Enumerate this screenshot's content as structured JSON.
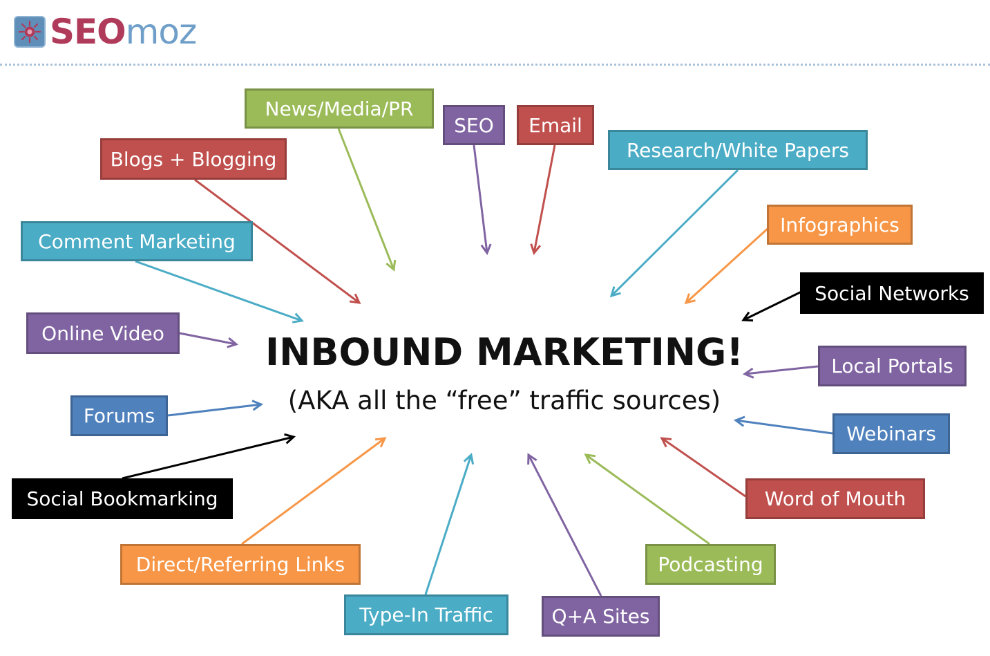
{
  "logo": {
    "brand_bold": "SEO",
    "brand_light": "moz"
  },
  "center": {
    "title": "INBOUND MARKETING!",
    "subtitle": "(AKA all the “free” traffic sources)"
  },
  "colors": {
    "green": "#9bbb59",
    "red": "#c0504d",
    "blue": "#4f81bd",
    "cyan": "#4bacc6",
    "orange": "#f79646",
    "purple": "#8064a2",
    "black": "#000000"
  },
  "sources": [
    {
      "id": "news-media-pr",
      "label": "News/Media/PR",
      "color": "#9bbb59"
    },
    {
      "id": "blogs-blogging",
      "label": "Blogs + Blogging",
      "color": "#c0504d"
    },
    {
      "id": "seo",
      "label": "SEO",
      "color": "#8064a2"
    },
    {
      "id": "email",
      "label": "Email",
      "color": "#c0504d"
    },
    {
      "id": "research-white-papers",
      "label": "Research/White Papers",
      "color": "#4bacc6"
    },
    {
      "id": "comment-marketing",
      "label": "Comment Marketing",
      "color": "#4bacc6"
    },
    {
      "id": "infographics",
      "label": "Infographics",
      "color": "#f79646"
    },
    {
      "id": "social-networks",
      "label": "Social Networks",
      "color": "#000000"
    },
    {
      "id": "online-video",
      "label": "Online Video",
      "color": "#8064a2"
    },
    {
      "id": "local-portals",
      "label": "Local Portals",
      "color": "#8064a2"
    },
    {
      "id": "forums",
      "label": "Forums",
      "color": "#4f81bd"
    },
    {
      "id": "webinars",
      "label": "Webinars",
      "color": "#4f81bd"
    },
    {
      "id": "social-bookmarking",
      "label": "Social Bookmarking",
      "color": "#000000"
    },
    {
      "id": "word-of-mouth",
      "label": "Word of Mouth",
      "color": "#c0504d"
    },
    {
      "id": "direct-referring-links",
      "label": "Direct/Referring Links",
      "color": "#f79646"
    },
    {
      "id": "podcasting",
      "label": "Podcasting",
      "color": "#9bbb59"
    },
    {
      "id": "type-in-traffic",
      "label": "Type-In Traffic",
      "color": "#4bacc6"
    },
    {
      "id": "qa-sites",
      "label": "Q+A Sites",
      "color": "#8064a2"
    }
  ]
}
